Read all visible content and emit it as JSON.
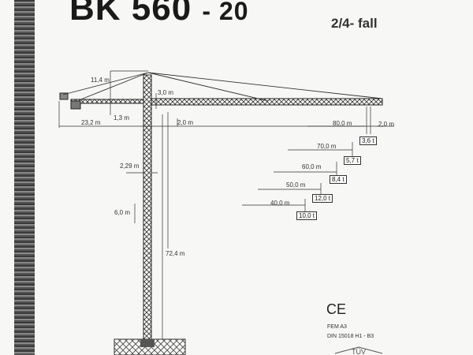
{
  "title": {
    "model": "BK 560",
    "suffix": "- 20",
    "reeving": "2/4- fall"
  },
  "dimensions": {
    "tower_top_height": "11,4 m",
    "trolley_offset": "3,0 m",
    "jib_depth": "1,3 m",
    "counter_jib_radius": "23,2 m",
    "hook_offset": "2,0 m",
    "tip_offset": "2,0 m",
    "tower_width": "2,29 m",
    "section_height": "6,0 m",
    "hook_height": "72,4 m"
  },
  "load_chart": [
    {
      "radius": "80,0 m",
      "load": "3,6 t"
    },
    {
      "radius": "70,0 m",
      "load": "5,7 t"
    },
    {
      "radius": "60,0 m",
      "load": "8,4 t"
    },
    {
      "radius": "50,0 m",
      "load": "12,0 t"
    },
    {
      "radius": "40,0 m",
      "load": "10,0 t"
    }
  ],
  "certification": {
    "ce": "CE",
    "fem": "FEM A3",
    "din": "DIN 15018  H1 - B3",
    "tuv": "TÜV"
  }
}
